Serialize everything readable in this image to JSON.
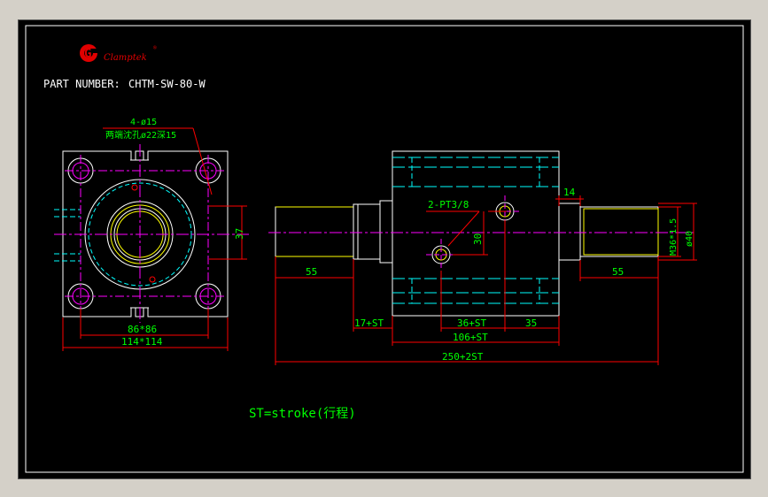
{
  "logo": {
    "letter": "G",
    "brand": "Clamptek",
    "registered": "®"
  },
  "part_number": {
    "label": "PART NUMBER:",
    "value": "CHTM-SW-80-W"
  },
  "front_view": {
    "hole_callout": "4-ø15",
    "counterbore_callout": "两端沈孔ø22深15",
    "dim_height": "37",
    "dim_hole_pitch": "86*86",
    "dim_body": "114*114"
  },
  "side_view": {
    "port_callout": "2-PT3/8",
    "dim_port_offset": "30",
    "dim_left_rod": "55",
    "dim_right_rod": "55",
    "dim_rod_end": "14",
    "thread": "M36*1.5",
    "rod_dia": "ø40",
    "dim_17st": "17+ST",
    "dim_36st": "36+ST",
    "dim_35": "35",
    "dim_106st": "106+ST",
    "dim_total": "250+2ST"
  },
  "note": "ST=stroke(行程)",
  "colors": {
    "background": "#000000",
    "outline": "#ffffff",
    "dimension": "#ff0000",
    "text": "#00ff00",
    "centerline": "#ff00ff",
    "hidden": "#00ffff",
    "yellow": "#ffff00",
    "logo": "#e00000"
  }
}
